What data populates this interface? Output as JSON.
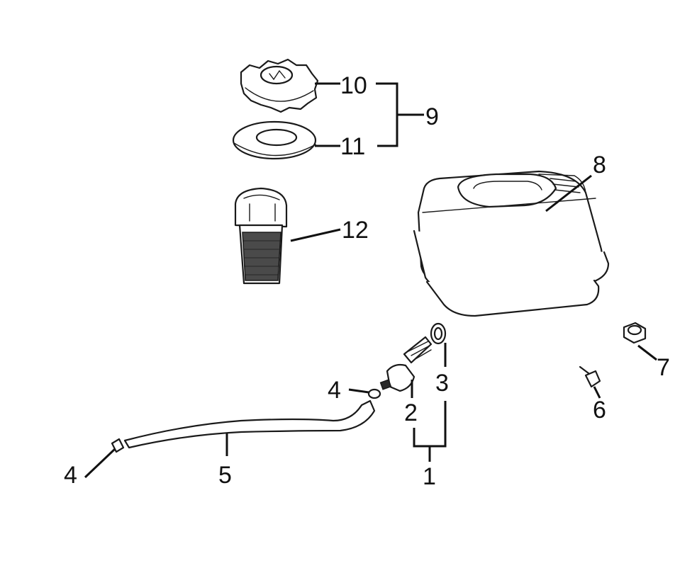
{
  "callouts": [
    {
      "id": "1",
      "text": "1"
    },
    {
      "id": "2",
      "text": "2"
    },
    {
      "id": "3",
      "text": "3"
    },
    {
      "id": "4a",
      "text": "4"
    },
    {
      "id": "4b",
      "text": "4"
    },
    {
      "id": "5",
      "text": "5"
    },
    {
      "id": "6",
      "text": "6"
    },
    {
      "id": "7",
      "text": "7"
    },
    {
      "id": "8",
      "text": "8"
    },
    {
      "id": "9",
      "text": "9"
    },
    {
      "id": "10",
      "text": "10"
    },
    {
      "id": "11",
      "text": "11"
    },
    {
      "id": "12",
      "text": "12"
    }
  ]
}
